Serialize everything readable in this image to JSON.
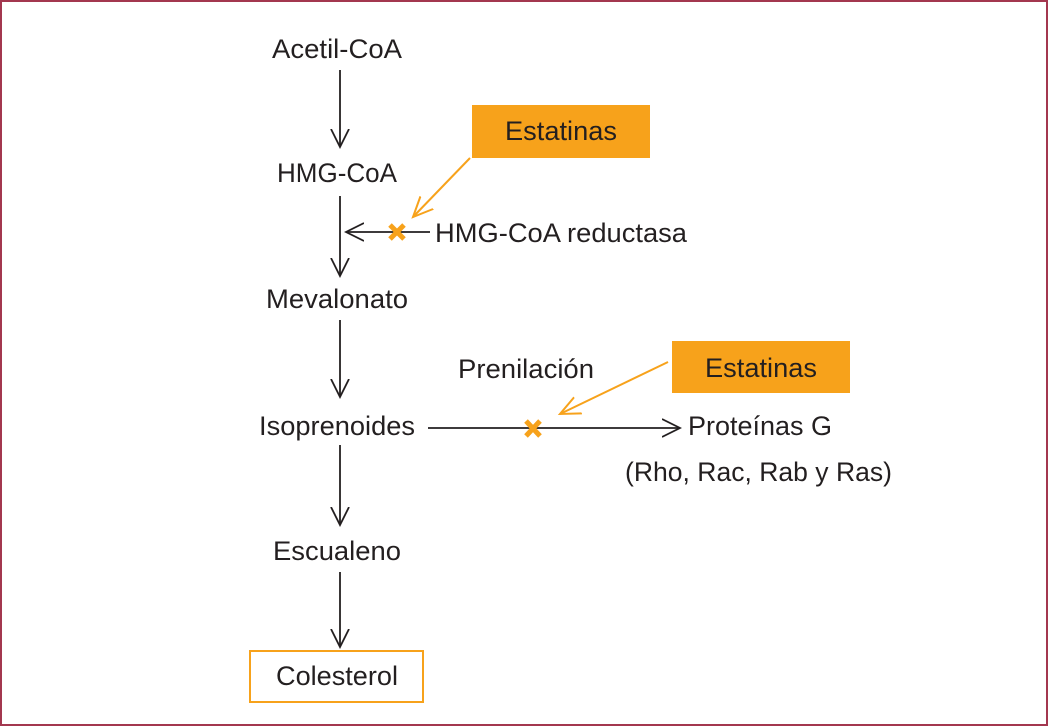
{
  "colors": {
    "border": "#a3374f",
    "accent": "#f7a21b",
    "line": "#231f20"
  },
  "pathway": {
    "acetil": "Acetil-CoA",
    "hmg": "HMG-CoA",
    "mevalonato": "Mevalonato",
    "isoprenoides": "Isoprenoides",
    "escualeno": "Escualeno",
    "colesterol": "Colesterol"
  },
  "enzyme": "HMG-CoA reductasa",
  "inhibitor1": "Estatinas",
  "inhibitor2": "Estatinas",
  "prenilacion": "Prenilación",
  "proteinas": "Proteínas G",
  "proteinas_list": "(Rho, Rac, Rab y Ras)"
}
